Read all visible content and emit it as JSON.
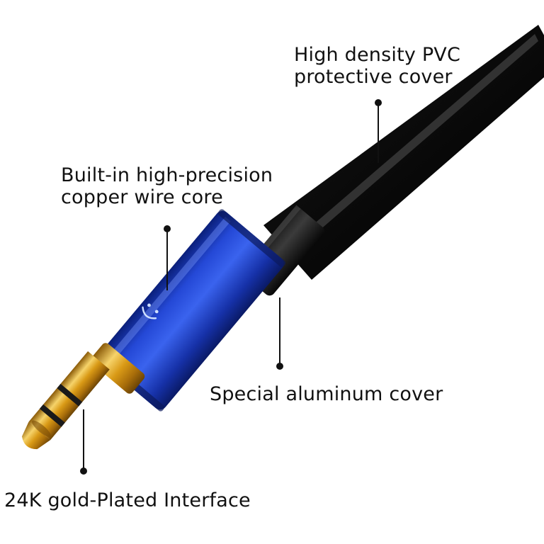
{
  "callouts": {
    "pvc": {
      "line1": "High density PVC",
      "line2": "protective cover"
    },
    "copper": {
      "line1": "Built-in high-precision",
      "line2": "copper wire core"
    },
    "aluminum": {
      "line1": "Special aluminum cover"
    },
    "gold": {
      "line1": "24K gold-Plated Interface"
    }
  },
  "colors": {
    "cable": "#0b0b0b",
    "aluminum_shell": "#1f3fc4",
    "gold": "#d9a520",
    "leader_line": "#111111"
  },
  "icons": {
    "shell_logo": "smiley-face-icon"
  }
}
